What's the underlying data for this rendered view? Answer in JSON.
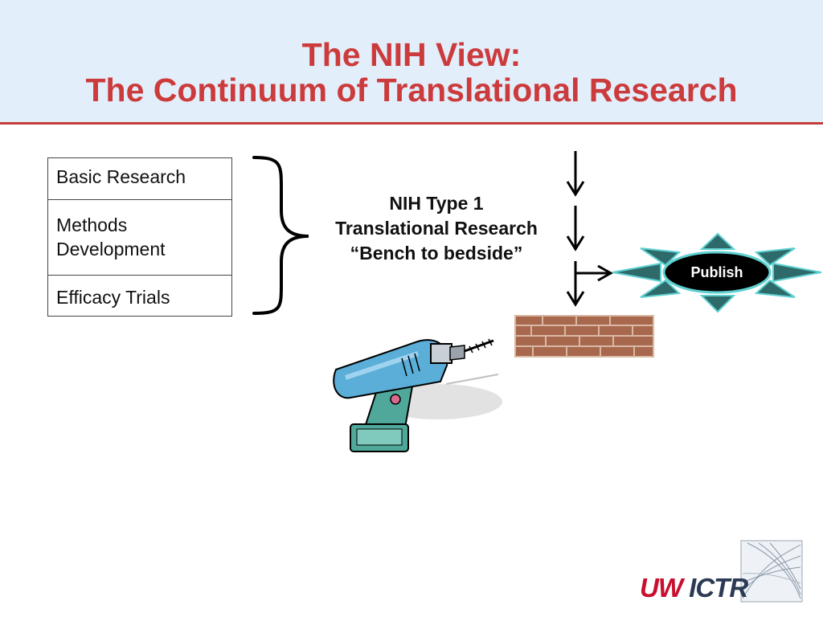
{
  "slide": {
    "title_line1": "The NIH View:",
    "title_line2": "The Continuum of Translational Research"
  },
  "stages": [
    {
      "line1": "Basic Research",
      "line2": ""
    },
    {
      "line1": "Methods",
      "line2": "Development"
    },
    {
      "line1": "Efficacy Trials",
      "line2": ""
    }
  ],
  "type1": {
    "line1": "NIH Type 1",
    "line2": "Translational Research",
    "line3": "“Bench to bedside”"
  },
  "publish": {
    "label": "Publish",
    "fill": "#000000",
    "ray_color": "#2e6a6a",
    "ray_edge": "#5fd0d0"
  },
  "brand": {
    "uw": "UW",
    "ictr": "ICTR"
  },
  "colors": {
    "title": "#cc3b3b",
    "header_bg": "#e3eefb",
    "rule": "#c43c3c",
    "brick": "#b77a5c",
    "drill_body": "#5aaed8",
    "drill_grip": "#4fa89a"
  },
  "icons": [
    "brace-icon",
    "down-arrow-icon",
    "right-arrow-icon",
    "starburst-icon",
    "brick-wall-image",
    "power-drill-image",
    "uw-ictr-logo"
  ]
}
